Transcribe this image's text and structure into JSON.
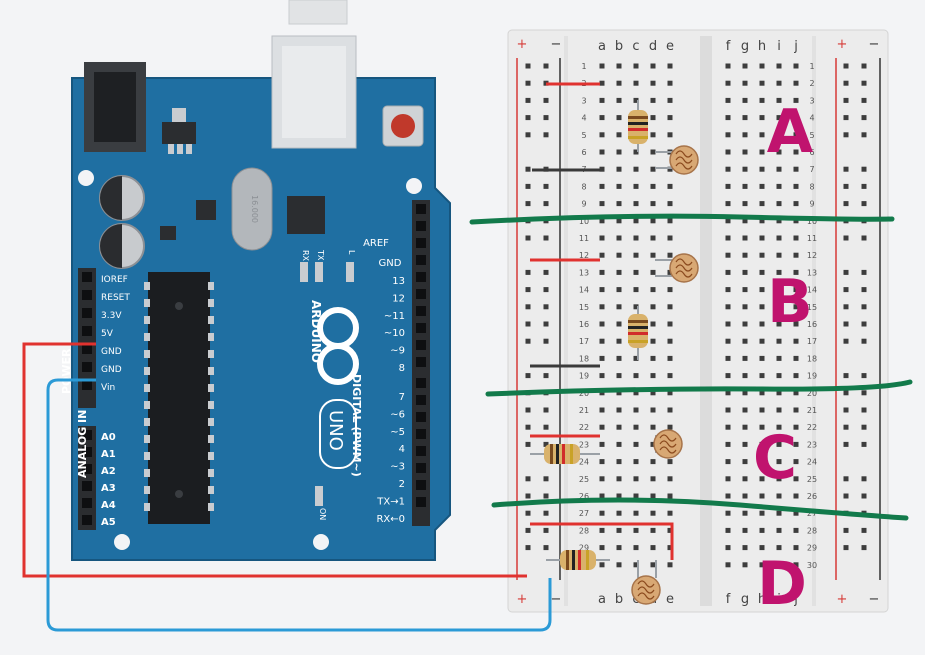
{
  "board": {
    "aref": "AREF",
    "gnd": "GND",
    "digital_pins": [
      "13",
      "12",
      "~11",
      "~10",
      "~9",
      "8",
      "7",
      "~6",
      "~5",
      "4",
      "~3",
      "2",
      "TX→1",
      "RX←0"
    ],
    "digital_label": "DIGITAL (PWM~)",
    "power_pins": [
      "IOREF",
      "RESET",
      "3.3V",
      "5V",
      "GND",
      "GND",
      "Vin"
    ],
    "power_label": "POWER",
    "analog_pins": [
      "A0",
      "A1",
      "A2",
      "A3",
      "A4",
      "A5"
    ],
    "analog_label": "ANALOG IN",
    "brand": "ARDUINO",
    "model": "UNO",
    "on_label": "ON",
    "tx_label": "TX",
    "rx_label": "RX",
    "l_label": "L",
    "crystal_label": "16.000"
  },
  "breadboard": {
    "plus": "+",
    "minus": "−",
    "cols_left": [
      "a",
      "b",
      "c",
      "d",
      "e"
    ],
    "cols_right": [
      "f",
      "g",
      "h",
      "i",
      "j"
    ],
    "rows": 30
  },
  "annotations": {
    "section_a": "A",
    "section_b": "B",
    "section_c": "C",
    "section_d": "D"
  },
  "colors": {
    "board_blue": "#1f6fa2",
    "wire_red": "#e0322f",
    "wire_blue": "#2b9ad6",
    "marker_magenta": "#c0136e",
    "marker_green": "#127a4b"
  }
}
